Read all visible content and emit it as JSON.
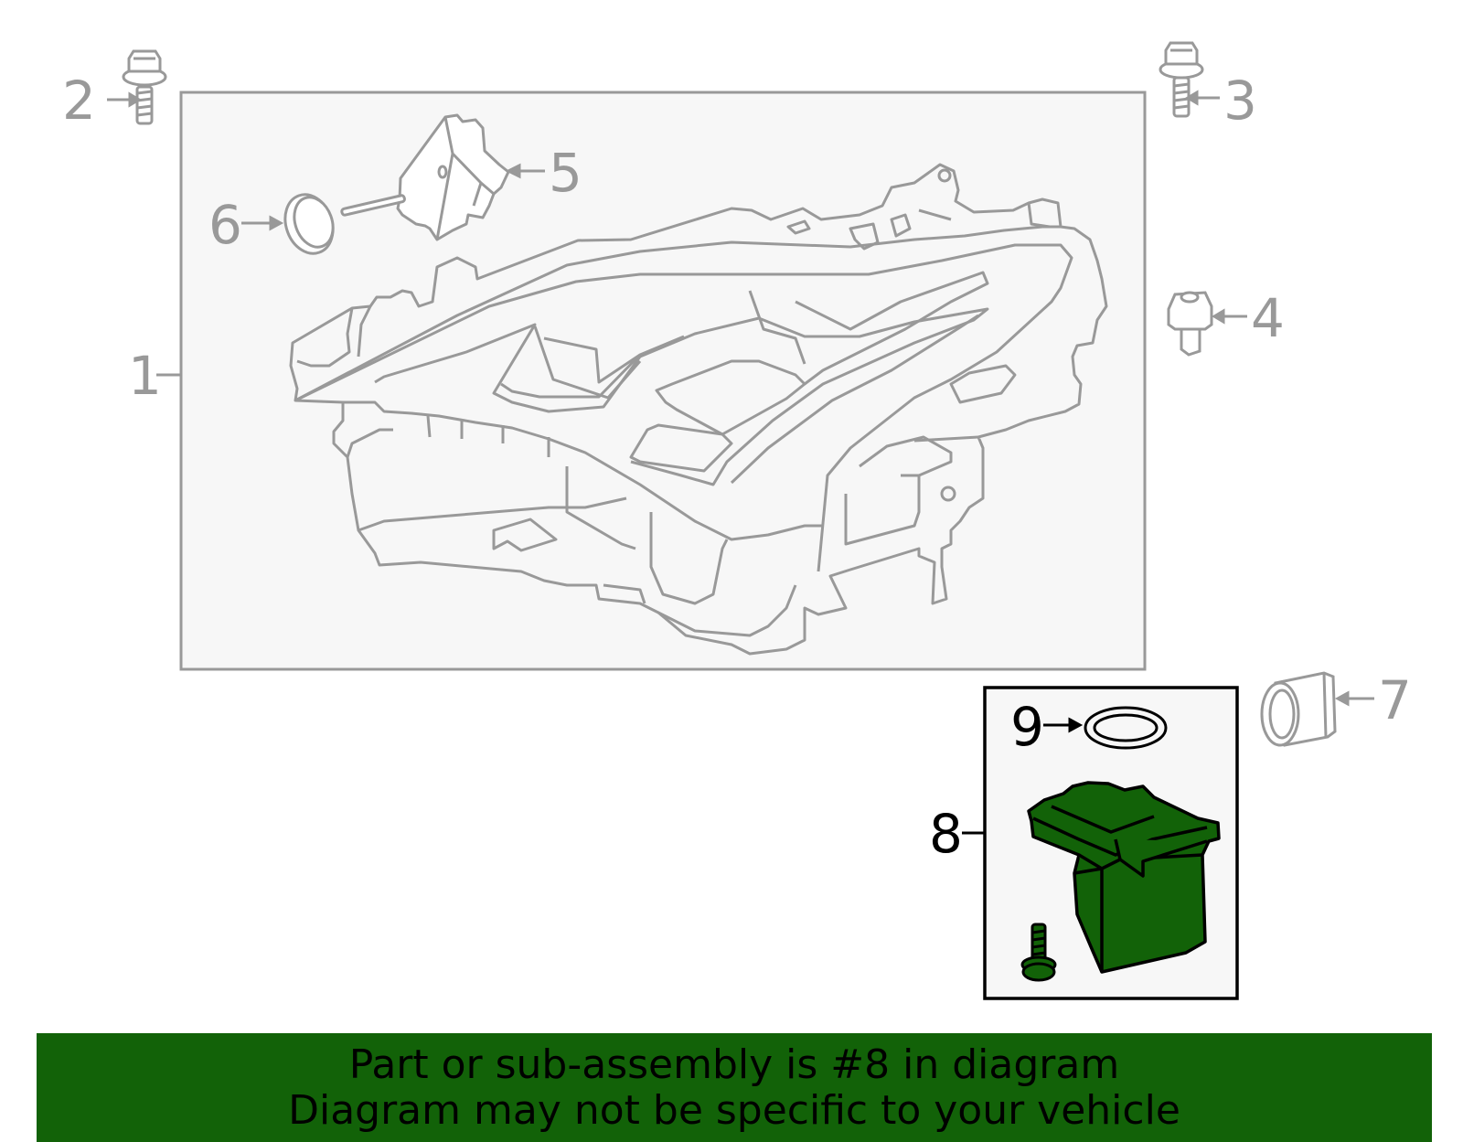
{
  "callouts": {
    "c1": "1",
    "c2": "2",
    "c3": "3",
    "c4": "4",
    "c5": "5",
    "c6": "6",
    "c7": "7",
    "c8": "8",
    "c9": "9"
  },
  "banner": {
    "line1": "Part or sub-assembly is #8 in diagram",
    "line2": "Diagram may not be specific to your vehicle"
  },
  "colors": {
    "line_art": "#999999",
    "highlight_part": "#126208",
    "highlight_box": "#000000",
    "panel_fill": "#f7f7f7",
    "banner_bg": "#126208"
  }
}
